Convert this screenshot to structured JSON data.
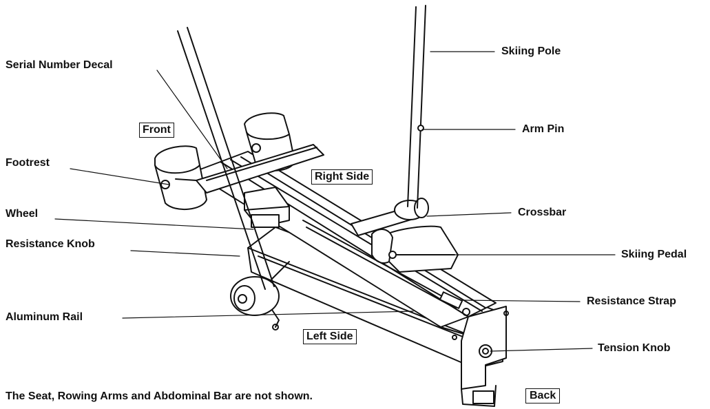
{
  "labels": {
    "serial_number_decal": "Serial Number Decal",
    "skiing_pole": "Skiing Pole",
    "arm_pin": "Arm Pin",
    "footrest": "Footrest",
    "wheel": "Wheel",
    "crossbar": "Crossbar",
    "resistance_knob": "Resistance Knob",
    "skiing_pedal": "Skiing Pedal",
    "resistance_strap": "Resistance Strap",
    "aluminum_rail": "Aluminum Rail",
    "tension_knob": "Tension Knob"
  },
  "side_tags": {
    "front": "Front",
    "right_side": "Right Side",
    "left_side": "Left Side"
  },
  "footnote": "The Seat, Rowing Arms and Abdominal Bar are not shown.",
  "back_button": "Back"
}
